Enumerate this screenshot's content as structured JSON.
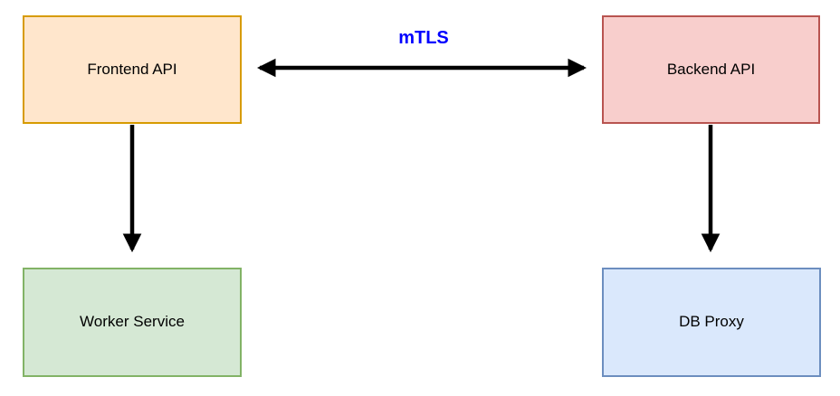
{
  "diagram": {
    "background": "#FFFFFF",
    "arrow_color": "#000000",
    "nodes": [
      {
        "id": "frontend-api",
        "label": "Frontend API",
        "fill": "#FFE6CC",
        "stroke": "#D79B00"
      },
      {
        "id": "backend-api",
        "label": "Backend API",
        "fill": "#F8CECC",
        "stroke": "#B85450"
      },
      {
        "id": "worker-service",
        "label": "Worker Service",
        "fill": "#D5E8D4",
        "stroke": "#82B366"
      },
      {
        "id": "db-proxy",
        "label": "DB Proxy",
        "fill": "#DAE8FC",
        "stroke": "#6C8EBF"
      }
    ],
    "edges": [
      {
        "from": "frontend-api",
        "to": "backend-api",
        "label": "mTLS",
        "label_color": "#0000FF",
        "arrows": "both"
      },
      {
        "from": "frontend-api",
        "to": "worker-service",
        "label": "",
        "arrows": "end"
      },
      {
        "from": "backend-api",
        "to": "db-proxy",
        "label": "",
        "arrows": "end"
      }
    ]
  }
}
